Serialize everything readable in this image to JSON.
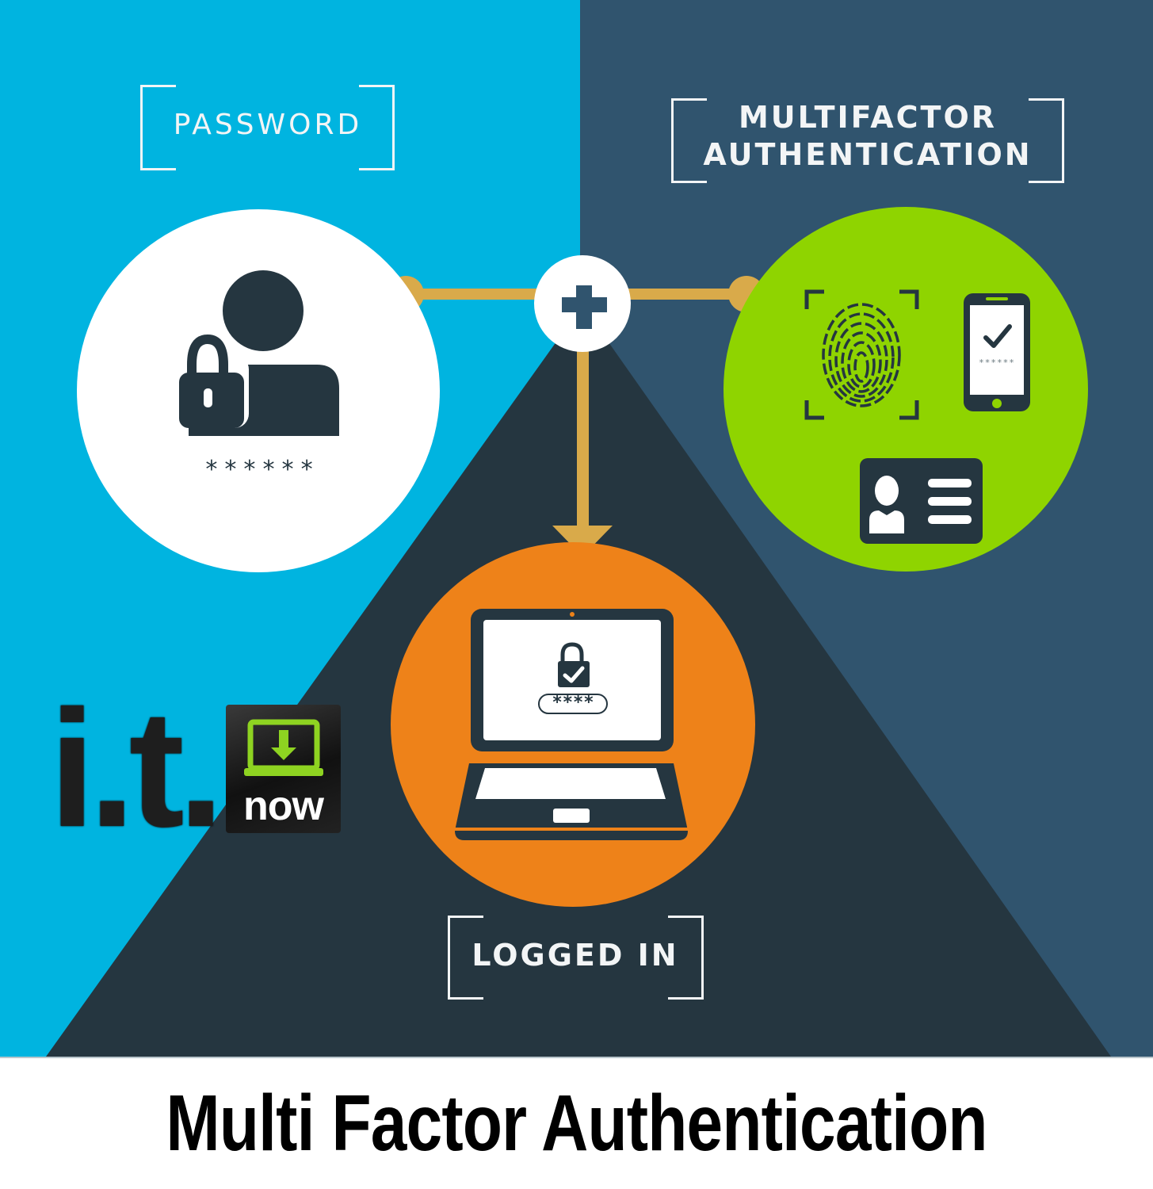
{
  "colors": {
    "left_bg": "#00b4e0",
    "right_bg": "#30546e",
    "triangle": "#253640",
    "connector": "#d9aa4a",
    "password_circle": "#ffffff",
    "mfa_circle": "#8fd400",
    "logged_in_circle": "#ee8219",
    "icon_dark": "#253640",
    "logo_green": "#8ed321"
  },
  "labels": {
    "password": "PASSWORD",
    "mfa_line1": "MULTIFACTOR",
    "mfa_line2": "AUTHENTICATION",
    "logged_in": "LOGGED IN"
  },
  "password_node": {
    "icon": "user-lock-icon",
    "masked_text": "******"
  },
  "connector": {
    "icon": "plus-icon"
  },
  "mfa_node": {
    "icons": [
      "fingerprint-scan-icon",
      "smartphone-check-icon",
      "id-card-icon"
    ],
    "phone_masked_text": "******"
  },
  "logged_in_node": {
    "icon": "laptop-lock-icon",
    "masked_text": "****"
  },
  "logo": {
    "text_main": "i.t.",
    "text_badge": "now",
    "icon": "laptop-download-icon"
  },
  "footer": {
    "title": "Multi Factor Authentication"
  }
}
